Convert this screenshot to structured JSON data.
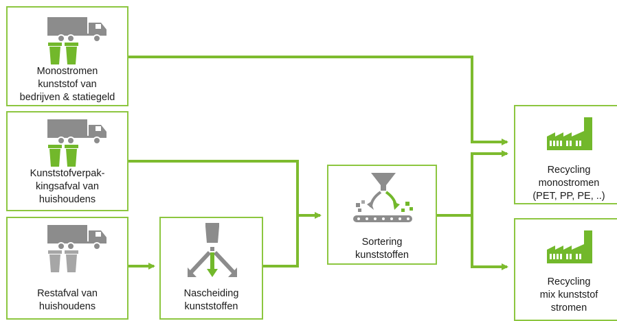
{
  "diagram": {
    "colors": {
      "arrow": "#7dbb2e",
      "border": "#8cc63f",
      "truck": "#8c8c8c",
      "bin_green": "#72b82b",
      "bin_grey": "#a6a6a6",
      "factory": "#72b82b",
      "text": "#1a1a1a"
    },
    "nodes": {
      "monostromen": {
        "label": [
          "Monostromen",
          "kunststof van",
          "bedrijven & statiegeld"
        ],
        "icons": [
          "truck-icon",
          "green-bins-icon"
        ]
      },
      "kunststofverpakkingsafval": {
        "label": [
          "Kunststofverpak-",
          "kingsafval van",
          "huishoudens"
        ],
        "icons": [
          "truck-icon",
          "green-bins-icon"
        ]
      },
      "restafval": {
        "label": [
          "Restafval van",
          "huishoudens"
        ],
        "icons": [
          "truck-icon",
          "grey-bins-icon"
        ]
      },
      "nascheiding": {
        "label": [
          "Nascheiding",
          "kunststoffen"
        ],
        "icons": [
          "separation-funnel-icon"
        ]
      },
      "sortering": {
        "label": [
          "Sortering",
          "kunststoffen"
        ],
        "icons": [
          "sorting-conveyor-icon"
        ]
      },
      "recycling_mono": {
        "label": [
          "Recycling",
          "monostromen",
          "(PET, PP, PE, ..)"
        ],
        "icons": [
          "factory-icon"
        ]
      },
      "recycling_mix": {
        "label": [
          "Recycling",
          "mix kunststof",
          "stromen"
        ],
        "icons": [
          "factory-icon"
        ]
      }
    },
    "edges": [
      {
        "from": "monostromen",
        "to": "recycling_mono"
      },
      {
        "from": "kunststofverpakkingsafval",
        "to": "sortering"
      },
      {
        "from": "restafval",
        "to": "nascheiding"
      },
      {
        "from": "nascheiding",
        "to": "sortering"
      },
      {
        "from": "sortering",
        "to": "recycling_mono"
      },
      {
        "from": "sortering",
        "to": "recycling_mix"
      }
    ]
  }
}
